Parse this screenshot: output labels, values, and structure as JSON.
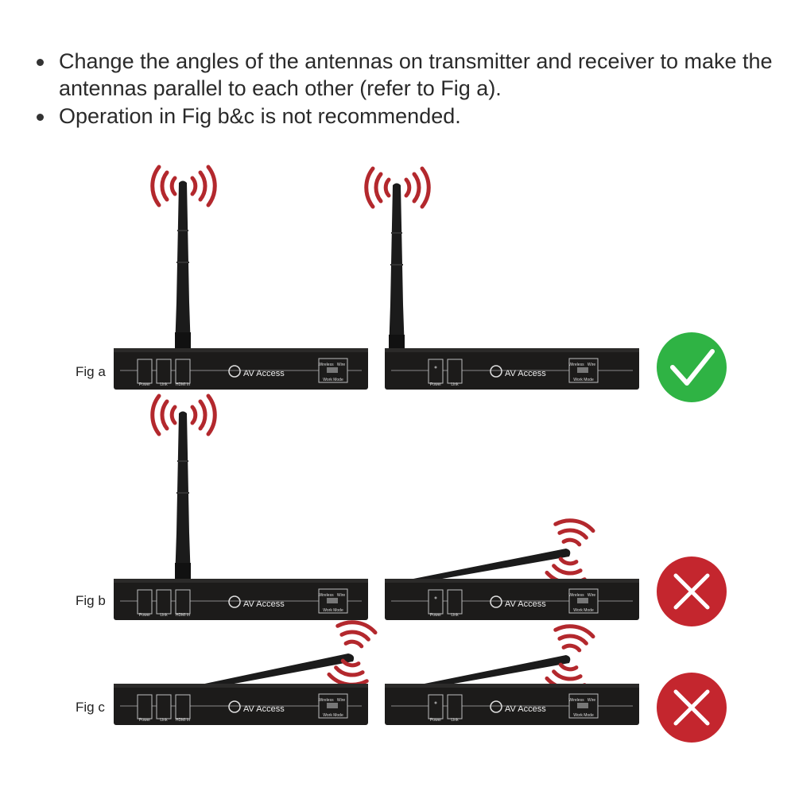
{
  "instructions": [
    "Change the angles of the antennas on transmitter and receiver to make the antennas parallel to each other (refer to Fig a).",
    "Operation in Fig b&c is not recommended."
  ],
  "figures": [
    {
      "label": "Fig a",
      "status": "check-icon",
      "status_color": "#2fb344"
    },
    {
      "label": "Fig b",
      "status": "cross-icon",
      "status_color": "#c4262e"
    },
    {
      "label": "Fig c",
      "status": "cross-icon",
      "status_color": "#c4262e"
    }
  ],
  "device": {
    "brand": "AV Access",
    "tx_ports": [
      "Power",
      "Link",
      "HDMI In"
    ],
    "rx_ports": [
      "Power",
      "Link"
    ],
    "switch_left": "Wireless",
    "switch_right": "Wire",
    "switch_caption": "Work Mode"
  },
  "colors": {
    "device_body": "#1c1b1a",
    "signal": "#b3282d",
    "panel_line": "#8a8a8a"
  }
}
